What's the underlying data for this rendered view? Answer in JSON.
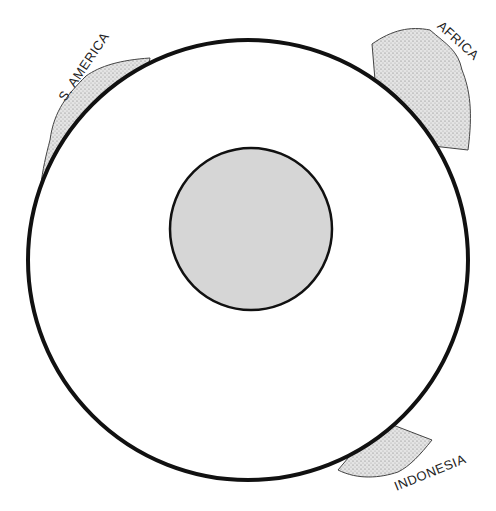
{
  "diagram": {
    "labels": [
      "S. AMERICA",
      "AFRICA",
      "INDONESIA"
    ]
  }
}
